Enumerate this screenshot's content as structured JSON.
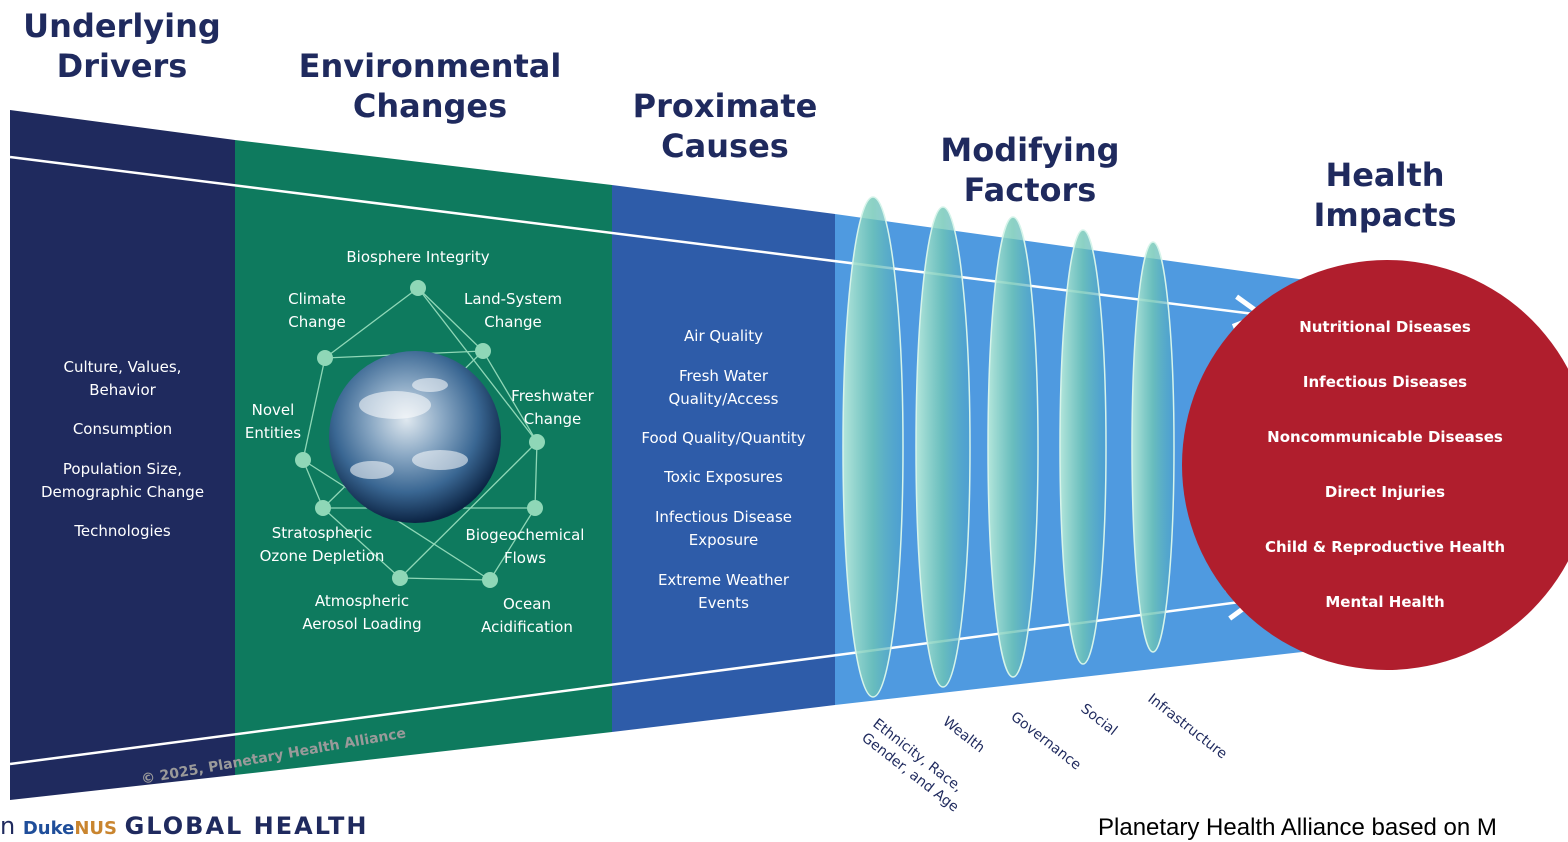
{
  "headers": {
    "underlying_drivers": "Underlying\nDrivers",
    "environmental_changes": "Environmental\nChanges",
    "proximate_causes": "Proximate\nCauses",
    "modifying_factors": "Modifying\nFactors",
    "health_impacts": "Health\nImpacts"
  },
  "drivers": [
    "Culture, Values,\nBehavior",
    "Consumption",
    "Population Size,\nDemographic Change",
    "Technologies"
  ],
  "environmental": {
    "biosphere": "Biosphere Integrity",
    "climate": "Climate\nChange",
    "land_system": "Land-System\nChange",
    "freshwater": "Freshwater\nChange",
    "novel": "Novel\nEntities",
    "stratospheric": "Stratospheric\nOzone Depletion",
    "biogeochemical": "Biogeochemical\nFlows",
    "aerosol": "Atmospheric\nAerosol Loading",
    "ocean": "Ocean\nAcidification"
  },
  "proximate": [
    "Air Quality",
    "Fresh Water\nQuality/Access",
    "Food Quality/Quantity",
    "Toxic Exposures",
    "Infectious Disease\nExposure",
    "Extreme Weather\nEvents"
  ],
  "modifying": [
    "Ethnicity, Race,\nGender, and Age",
    "Wealth",
    "Governance",
    "Social",
    "Infrastructure"
  ],
  "impacts": [
    "Nutritional Diseases",
    "Infectious Diseases",
    "Noncommunicable Diseases",
    "Direct Injuries",
    "Child & Reproductive Health",
    "Mental Health"
  ],
  "copyright": "© 2025, Planetary Health Alliance",
  "footer": {
    "left_prefix": "n",
    "duke": "Duke",
    "nus": "NUS",
    "global_health": "GLOBAL HEALTH",
    "right": "Planetary Health Alliance based on M"
  },
  "colors": {
    "navy": "#1f2a5e",
    "green": "#0e7a5e",
    "blue": "#2e63b0",
    "light_blue": "#4f9ae0",
    "red": "#b01e2d",
    "lens": "#9fdcc8"
  }
}
